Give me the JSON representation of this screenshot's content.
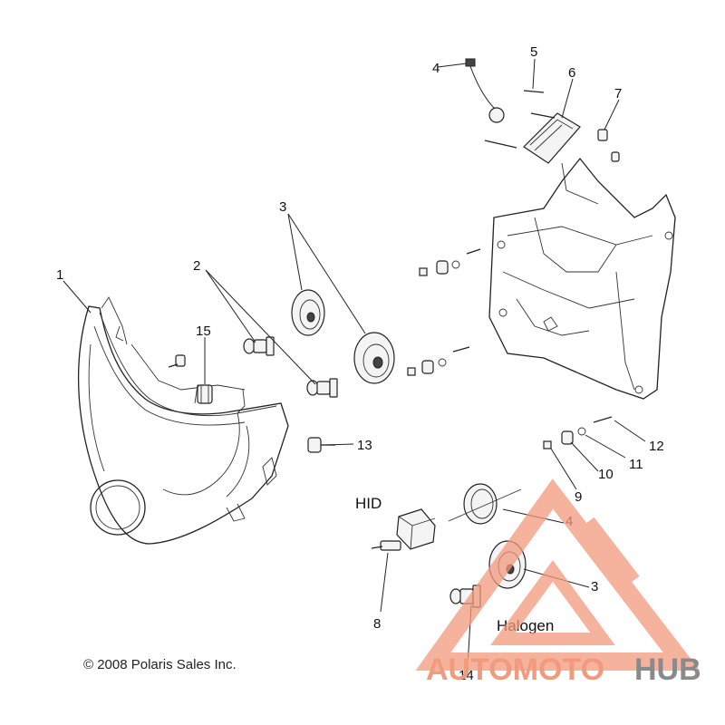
{
  "callouts": {
    "c1": "1",
    "c2": "2",
    "c3a": "3",
    "c3b": "3",
    "c4a": "4",
    "c4b": "4",
    "c5": "5",
    "c6": "6",
    "c7": "7",
    "c8": "8",
    "c9": "9",
    "c10": "10",
    "c11": "11",
    "c12": "12",
    "c13": "13",
    "c14": "14",
    "c15": "15"
  },
  "labels": {
    "hid": "HID",
    "halogen": "Halogen",
    "copyright": "© 2008 Polaris Sales Inc."
  },
  "watermark": {
    "text_part1": "AUTOMOTO",
    "text_part2": "HUB",
    "color_primary": "#f29a7e",
    "color_secondary": "#8a8a8a"
  }
}
